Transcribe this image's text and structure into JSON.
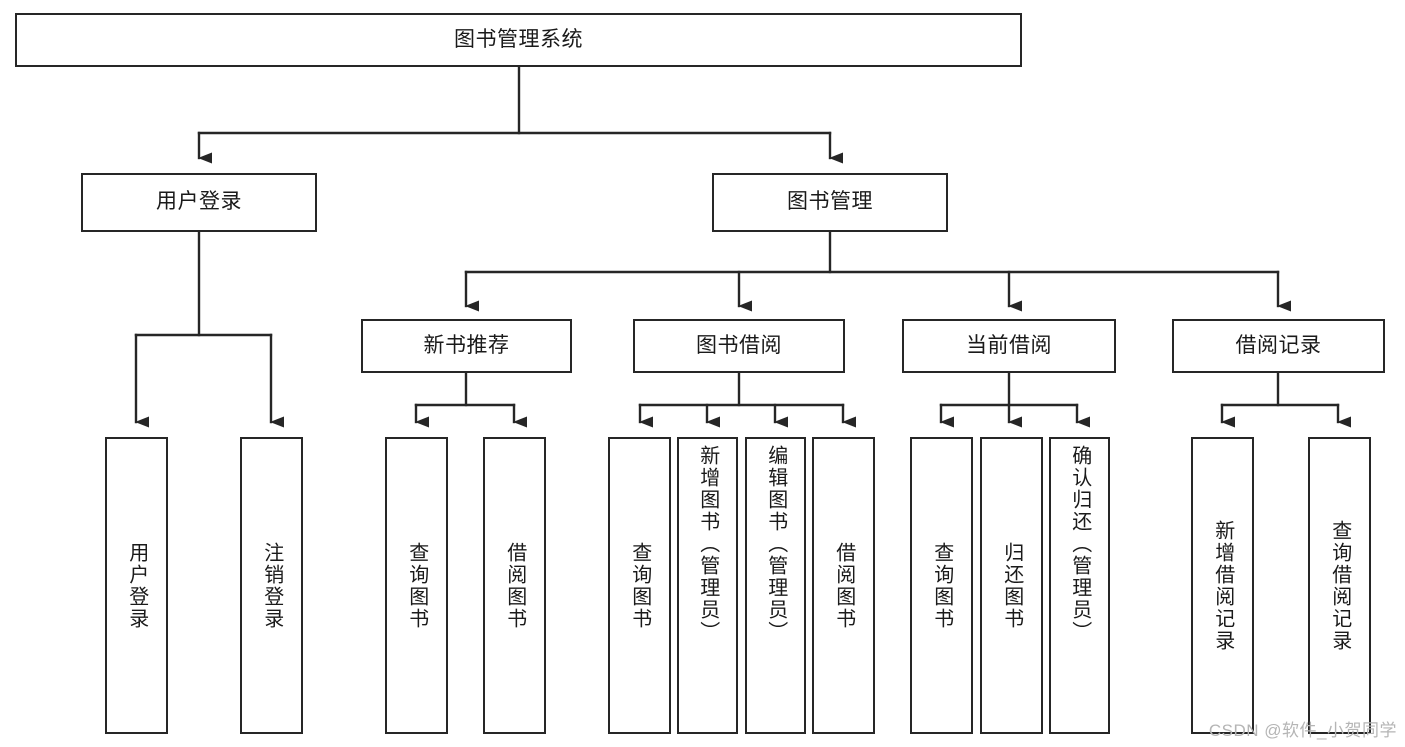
{
  "diagram": {
    "title": "图书管理系统",
    "type": "hierarchy-tree",
    "watermark": "CSDN @软件_小贺同学",
    "colors": {
      "box_stroke": "#262626",
      "box_fill": "#ffffff",
      "text": "#1a1a1a",
      "connector": "#262626",
      "watermark": "#b5b5b5",
      "background": "#ffffff"
    },
    "nodes": {
      "root": {
        "label": "图书管理系统"
      },
      "level2": [
        {
          "id": "user-login",
          "label": "用户登录"
        },
        {
          "id": "book-manage",
          "label": "图书管理"
        }
      ],
      "level3": [
        {
          "id": "new-book-rec",
          "label": "新书推荐"
        },
        {
          "id": "book-borrow",
          "label": "图书借阅"
        },
        {
          "id": "current-borrow",
          "label": "当前借阅"
        },
        {
          "id": "borrow-record",
          "label": "借阅记录"
        }
      ],
      "leaves": {
        "user-login": [
          {
            "id": "leaf-user-login",
            "label": "用户登录"
          },
          {
            "id": "leaf-user-logout",
            "label": "注销登录"
          }
        ],
        "new-book-rec": [
          {
            "id": "leaf-query-book-1",
            "label": "查询图书"
          },
          {
            "id": "leaf-borrow-book-1",
            "label": "借阅图书"
          }
        ],
        "book-borrow": [
          {
            "id": "leaf-query-book-2",
            "label": "查询图书"
          },
          {
            "id": "leaf-add-book",
            "label": "新增图书（管理员）"
          },
          {
            "id": "leaf-edit-book",
            "label": "编辑图书（管理员）"
          },
          {
            "id": "leaf-borrow-book-2",
            "label": "借阅图书"
          }
        ],
        "current-borrow": [
          {
            "id": "leaf-query-book-3",
            "label": "查询图书"
          },
          {
            "id": "leaf-return-book",
            "label": "归还图书"
          },
          {
            "id": "leaf-confirm-return",
            "label": "确认归还（管理员）"
          }
        ],
        "borrow-record": [
          {
            "id": "leaf-add-record",
            "label": "新增借阅记录"
          },
          {
            "id": "leaf-query-record",
            "label": "查询借阅记录"
          }
        ]
      }
    }
  }
}
